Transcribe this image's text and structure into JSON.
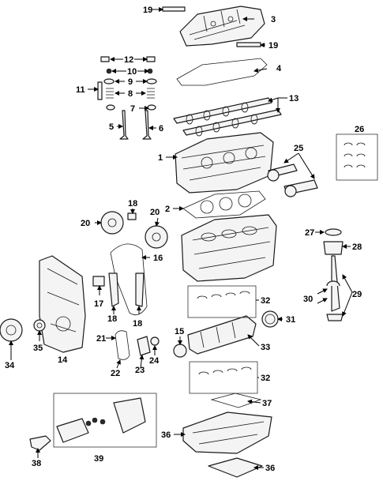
{
  "callouts": {
    "n1": "1",
    "n2": "2",
    "n3": "3",
    "n4": "4",
    "n5": "5",
    "n6": "6",
    "n7": "7",
    "n8": "8",
    "n9": "9",
    "n10": "10",
    "n11": "11",
    "n12": "12",
    "n13": "13",
    "n14": "14",
    "n15": "15",
    "n16": "16",
    "n17": "17",
    "n18a": "18",
    "n18b": "18",
    "n18c": "18",
    "n19a": "19",
    "n19b": "19",
    "n20a": "20",
    "n20b": "20",
    "n21": "21",
    "n22": "22",
    "n23": "23",
    "n24": "24",
    "n25": "25",
    "n26": "26",
    "n27": "27",
    "n28": "28",
    "n29": "29",
    "n30": "30",
    "n31": "31",
    "n32a": "32",
    "n32b": "32",
    "n33": "33",
    "n34": "34",
    "n35": "35",
    "n36a": "36",
    "n36b": "36",
    "n37": "37",
    "n38": "38",
    "n39": "39"
  },
  "colors": {
    "line": "#000000",
    "part_fill": "#f4f4f4",
    "part_stroke": "#1a1a1a"
  }
}
